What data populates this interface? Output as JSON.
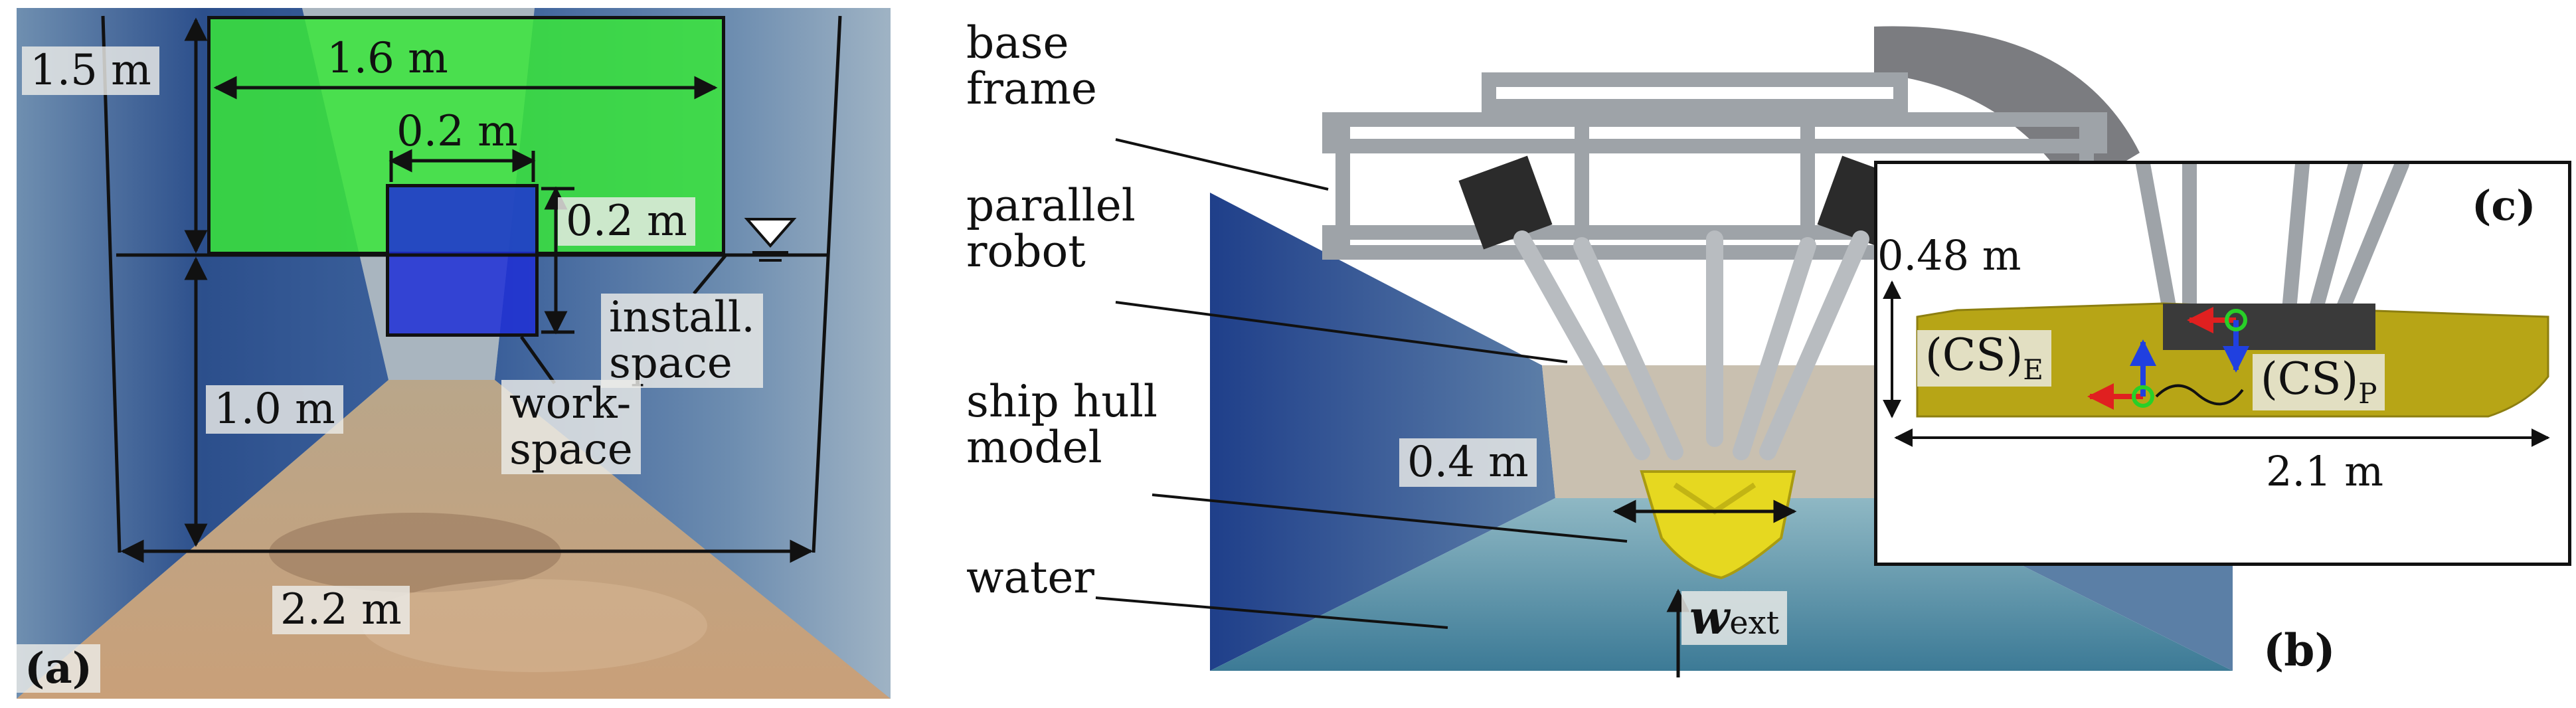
{
  "panel_a": {
    "tag": "(a)",
    "dims": {
      "height_installation": "1.5 m",
      "width_installation": "1.6 m",
      "width_workspace": "0.2 m",
      "height_workspace": "0.2 m",
      "height_water": "1.0 m",
      "width_tank": "2.2 m"
    },
    "labels": {
      "install_line1": "install.",
      "install_line2": "space",
      "work_line1": "work-",
      "work_line2": "space"
    },
    "colors": {
      "installation": "#39e639",
      "workspace": "#1f2fd6"
    }
  },
  "panel_b": {
    "tag": "(b)",
    "callouts": {
      "base_line1": "base",
      "base_line2": "frame",
      "robot_line1": "parallel",
      "robot_line2": "robot",
      "hull_line1": "ship hull",
      "hull_line2": "model",
      "water": "water"
    },
    "dims": {
      "hull_width": "0.4 m"
    },
    "force_symbol": "w",
    "force_subscript": "ext"
  },
  "panel_c": {
    "tag": "(c)",
    "dims": {
      "height": "0.48 m",
      "length": "2.1 m"
    },
    "frames": {
      "e_main": "(CS)",
      "e_sub": "E",
      "p_main": "(CS)",
      "p_sub": "P"
    },
    "colors": {
      "hull": "#b7a516",
      "x_axis": "#e02020",
      "z_axis": "#2040e0",
      "origin": "#28d028"
    }
  }
}
